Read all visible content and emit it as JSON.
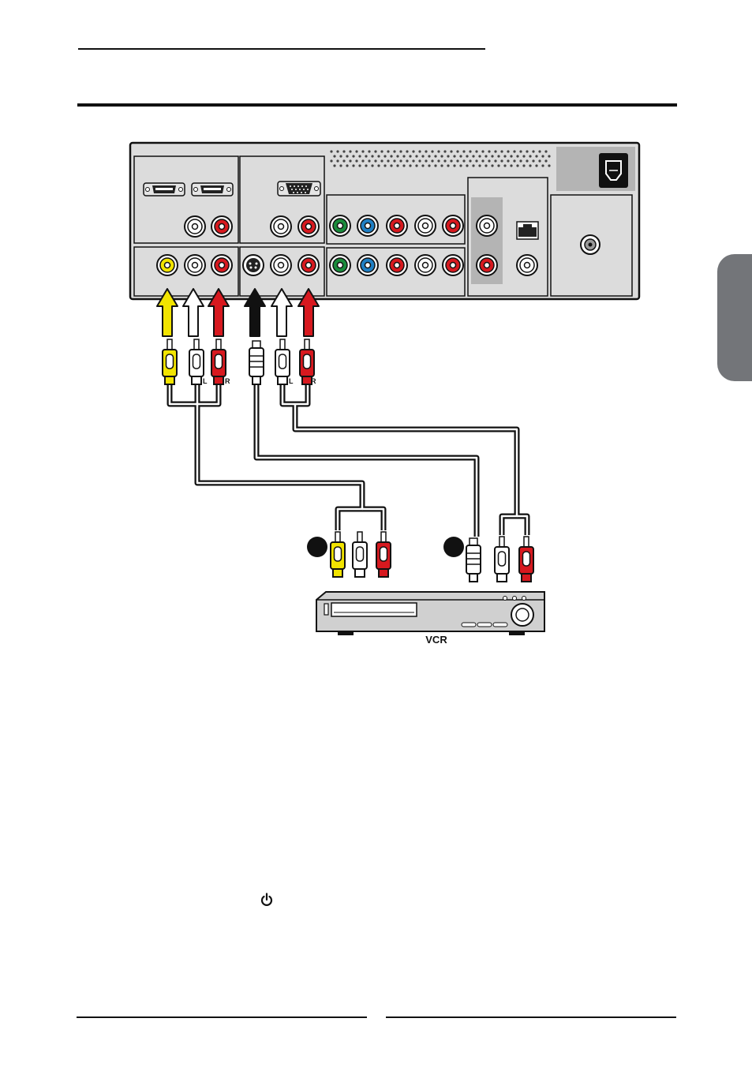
{
  "diagram": {
    "device_label": "VCR",
    "plug_labels": {
      "left": "L",
      "right": "R"
    },
    "icons": [
      "power-icon",
      "hdmi-port",
      "vga-port",
      "s-video-port",
      "ethernet-port",
      "ac-power-inlet",
      "coax-port"
    ],
    "colors": {
      "yellow": "#f2e400",
      "white": "#ffffff",
      "red": "#d7191f",
      "black": "#111111",
      "green": "#1a8c3c",
      "blue": "#1f7fc4",
      "side_tab": "#737579"
    }
  }
}
